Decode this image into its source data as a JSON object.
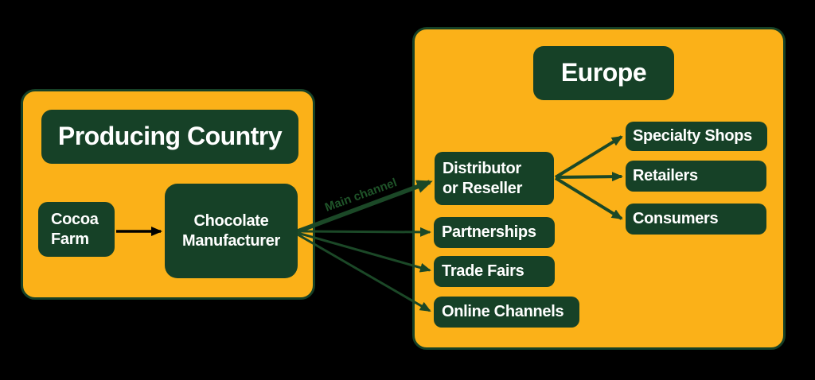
{
  "colors": {
    "background": "#000000",
    "panel": "#FBB118",
    "node": "#164127",
    "node_text": "#FFFFFF",
    "arrow_green": "#1B4827",
    "arrow_black": "#000000",
    "main_channel_label": "#1F5429"
  },
  "nodes": {
    "producing_country": "Producing Country",
    "cocoa_farm": "Cocoa\nFarm",
    "chocolate_manufacturer": "Chocolate\nManufacturer",
    "europe": "Europe",
    "distributor": "Distributor\nor Reseller",
    "partnerships": "Partnerships",
    "trade_fairs": "Trade Fairs",
    "online_channels": "Online Channels",
    "specialty_shops": "Specialty Shops",
    "retailers": "Retailers",
    "consumers": "Consumers"
  },
  "edge_label": "Main channel"
}
